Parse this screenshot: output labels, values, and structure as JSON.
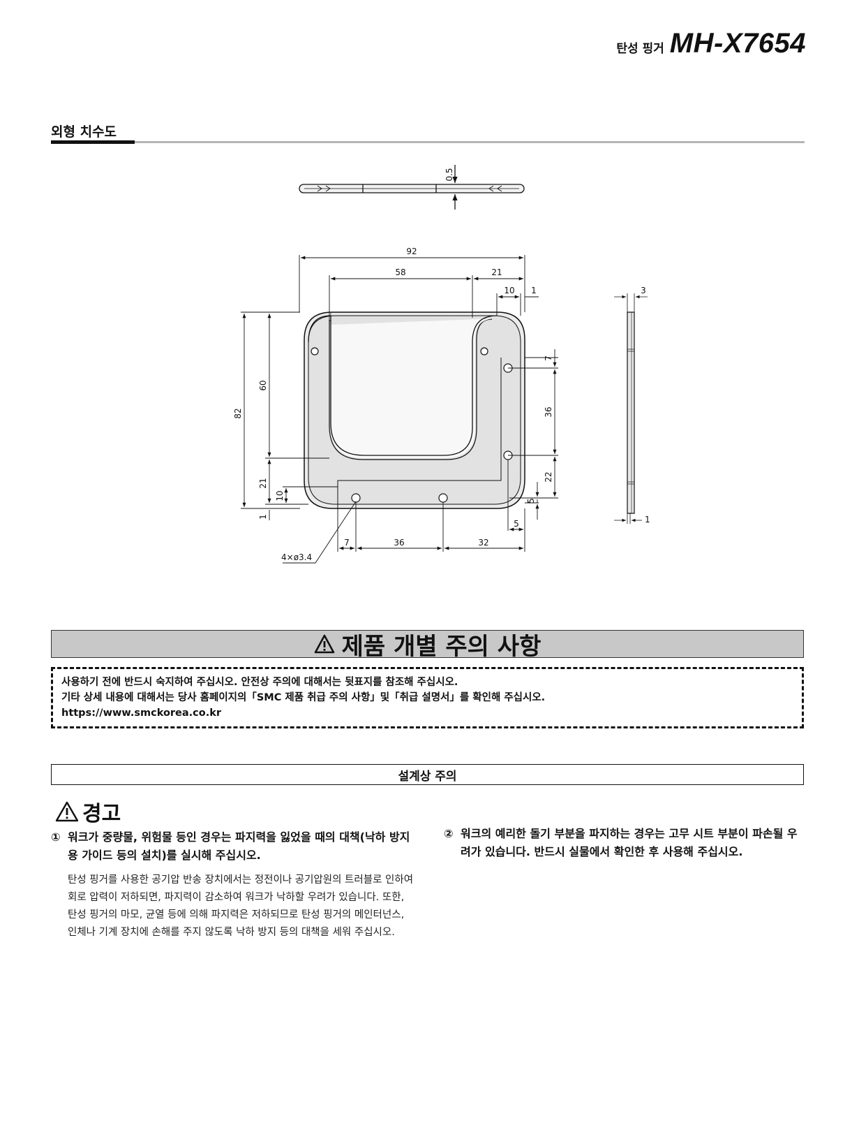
{
  "header": {
    "product": "탄성 핑거",
    "model": "MH-X7654"
  },
  "section": {
    "title": "외형 치수도"
  },
  "drawing": {
    "dim_thickness": "0.5",
    "dim_92": "92",
    "dim_58": "58",
    "dim_21_top": "21",
    "dim_10_top": "10",
    "dim_1_top": "1",
    "dim_82": "82",
    "dim_60": "60",
    "dim_21_left": "21",
    "dim_10_left": "10",
    "dim_1_left": "1",
    "dim_7_right": "7",
    "dim_36_right": "36",
    "dim_22_right": "22",
    "dim_5_right": "5",
    "dim_5_bottom": "5",
    "dim_7_bottom": "7",
    "dim_36_bottom": "36",
    "dim_32_bottom": "32",
    "hole_label": "4×ø3.4",
    "side_3": "3",
    "side_1": "1"
  },
  "caution": {
    "title": "제품 개별 주의 사항",
    "line1": "사용하기 전에 반드시 숙지하여 주십시오. 안전상 주의에 대해서는 뒷표지를 참조해 주십시오.",
    "line2": "기타 상세 내용에 대해서는 당사 홈페이지의「SMC 제품 취급 주의 사항」및「취급 설명서」를 확인해 주십시오.",
    "line3": "https://www.smckorea.co.kr"
  },
  "design": {
    "title": "설계상 주의"
  },
  "warning": {
    "title": "경고",
    "item1_num": "①",
    "item1_head": "워크가 중량물, 위험물 등인 경우는 파지력을 잃었을 때의 대책(낙하 방지용 가이드 등의 설치)를 실시해 주십시오.",
    "item1_body": "탄성 핑거를 사용한 공기압 반송 장치에서는 정전이나 공기압원의 트러블로 인하여 회로 압력이 저하되면, 파지력이 감소하여 워크가 낙하할 우려가 있습니다. 또한, 탄성 핑거의 마모, 균열 등에 의해 파지력은 저하되므로 탄성 핑거의 메인터넌스, 인체나 기계 장치에 손해를 주지 않도록 낙하 방지 등의 대책을 세워 주십시오.",
    "item2_num": "②",
    "item2_head": "워크의 예리한 돌기 부분을 파지하는 경우는 고무 시트 부분이 파손될 우려가 있습니다. 반드시 실물에서 확인한 후 사용해 주십시오."
  }
}
